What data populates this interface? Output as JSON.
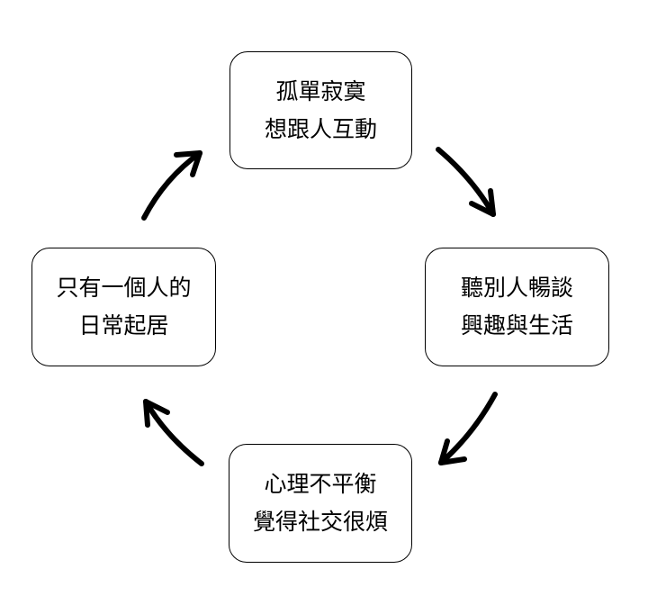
{
  "nodes": {
    "top": {
      "line1": "孤單寂寞",
      "line2": "想跟人互動"
    },
    "right": {
      "line1": "聽別人暢談",
      "line2": "興趣與生活"
    },
    "bottom": {
      "line1": "心理不平衡",
      "line2": "覺得社交很煩"
    },
    "left": {
      "line1": "只有一個人的",
      "line2": "日常起居"
    }
  },
  "colors": {
    "stroke": "#000000",
    "background": "#ffffff"
  }
}
